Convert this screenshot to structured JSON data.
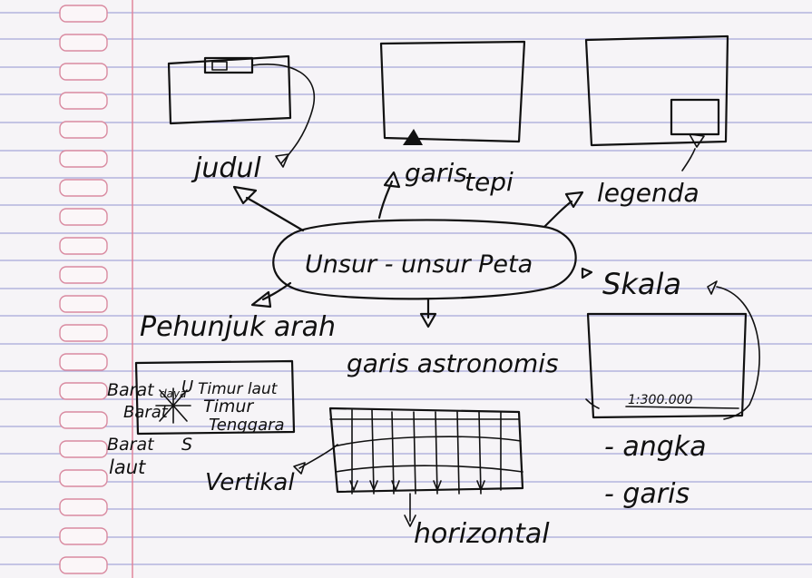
{
  "title": "Unsur - unsur Peta",
  "branches": {
    "judul": "judul",
    "garis_tepi": {
      "garis": "garis",
      "tepi": "tepi"
    },
    "legenda": "legenda",
    "skala": "Skala",
    "garis_astronomis": "garis astronomis",
    "penunjuk_arah": "Pehunjuk arah"
  },
  "compass": {
    "utara": "U",
    "timur_laut": "Timur laut",
    "barat_daya_1": "Barat",
    "barat_daya_2": "daya",
    "barat": "Barat",
    "timur": "Timur",
    "tenggara": "Tenggara",
    "barat_laut_1": "Barat",
    "barat_laut_2": "laut",
    "selatan": "S"
  },
  "astronomis_labels": {
    "vertikal": "Vertikal",
    "horizontal": "horizontal"
  },
  "skala_detail": {
    "scale_text": "1:300.000",
    "angka": "- angka",
    "garis": "- garis"
  },
  "colors": {
    "rule": "#a7a6d9",
    "margin": "#e07f96",
    "ink": "#111111",
    "paper": "#f6f4f7"
  }
}
